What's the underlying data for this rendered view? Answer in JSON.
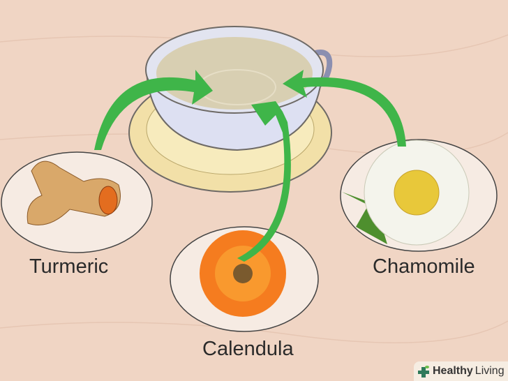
{
  "labels": {
    "turmeric": "Turmeric",
    "calendula": "Calendula",
    "chamomile": "Chamomile"
  },
  "brand": {
    "bold": "Healthy",
    "regular": "Living"
  },
  "colors": {
    "background": "#f0d5c4",
    "arrow": "#3fb549",
    "calendula": "#f57c1f",
    "chamomile_center": "#e8c83a"
  }
}
